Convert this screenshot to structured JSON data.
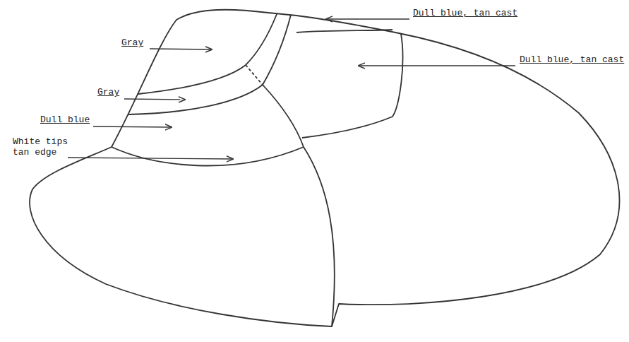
{
  "diagram": {
    "labels": [
      "Dull blue, tan cast",
      "Gray",
      "Dull blue, tan cast",
      "Gray",
      "Dull blue",
      "White tips tan edge"
    ]
  }
}
